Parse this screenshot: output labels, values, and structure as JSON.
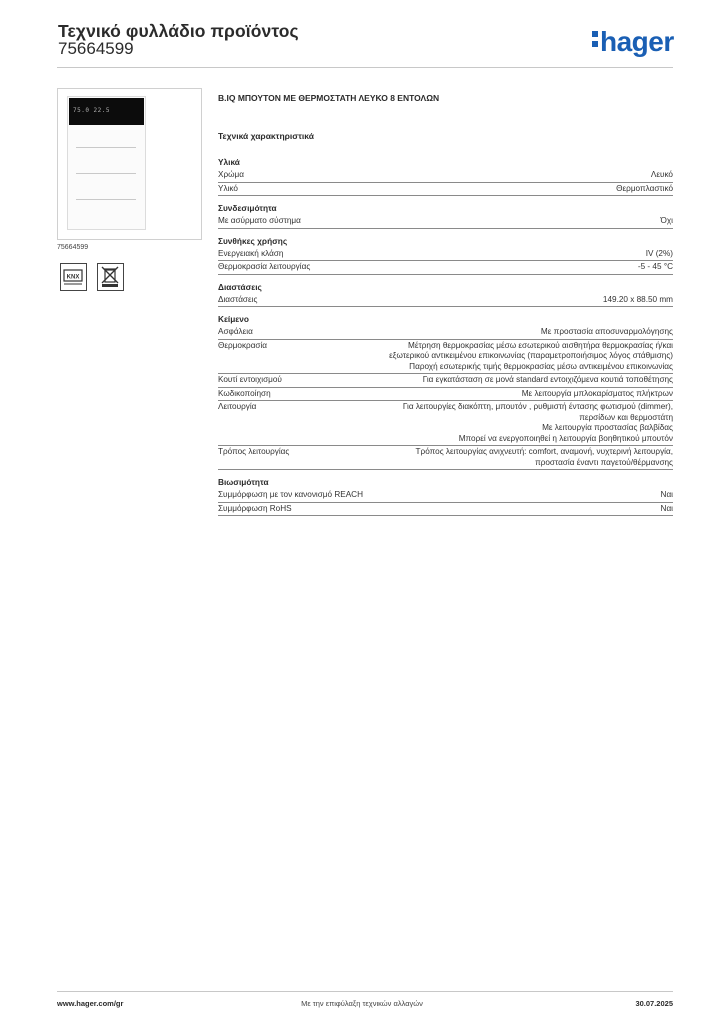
{
  "header": {
    "title": "Τεχνικό φυλλάδιο προϊόντος",
    "number": "75664599",
    "logo": "hager",
    "brand_color": "#1a5fb4"
  },
  "product": {
    "ref": "75664599",
    "title": "B.IQ ΜΠΟΥΤΟΝ ΜΕ ΘΕΡΜΟΣΤΑΤΗ ΛΕΥΚΟ 8 ΕΝΤΟΛΩΝ",
    "display_text": "75.0 22.5"
  },
  "tech_heading": "Τεχνικά χαρακτηριστικά",
  "sections": [
    {
      "title": "Υλικά",
      "rows": [
        {
          "label": "Χρώμα",
          "value": [
            "Λευκό"
          ]
        },
        {
          "label": "Υλικό",
          "value": [
            "Θερμοπλαστικό"
          ]
        }
      ]
    },
    {
      "title": "Συνδεσιμότητα",
      "rows": [
        {
          "label": "Με ασύρματο σύστημα",
          "value": [
            "Όχι"
          ]
        }
      ]
    },
    {
      "title": "Συνθήκες χρήσης",
      "rows": [
        {
          "label": "Ενεργειακή κλάση",
          "value": [
            "IV (2%)"
          ]
        },
        {
          "label": "Θερμοκρασία λειτουργίας",
          "value": [
            "-5 - 45 °C"
          ]
        }
      ]
    },
    {
      "title": "Διαστάσεις",
      "rows": [
        {
          "label": "Διαστάσεις",
          "value": [
            "149.20 x 88.50 mm"
          ]
        }
      ]
    },
    {
      "title": "Κείμενο",
      "rows": [
        {
          "label": "Ασφάλεια",
          "value": [
            "Με προστασία αποσυναρμολόγησης"
          ]
        },
        {
          "label": "Θερμοκρασία",
          "value": [
            "Μέτρηση θερμοκρασίας μέσω εσωτερικού αισθητήρα θερμοκρασίας ή/και",
            "εξωτερικού αντικειμένου επικοινωνίας (παραμετροποιήσιμος λόγος στάθμισης)",
            "Παροχή εσωτερικής τιμής θερμοκρασίας μέσω αντικειμένου επικοινωνίας"
          ]
        },
        {
          "label": "Κουτί εντοιχισμού",
          "value": [
            "Για εγκατάσταση σε μονά standard εντοιχιζόμενα κουτιά τοποθέτησης"
          ]
        },
        {
          "label": "Κωδικοποίηση",
          "value": [
            "Με λειτουργία μπλοκαρίσματος πλήκτρων"
          ]
        },
        {
          "label": "Λειτουργία",
          "value": [
            "Για λειτουργίες διακόπτη, μπουτόν , ρυθμιστή έντασης φωτισμού (dimmer),",
            "περσίδων και θερμοστάτη",
            "Με λειτουργία προστασίας βαλβίδας",
            "Μπορεί να ενεργοποιηθεί η λειτουργία βοηθητικού μπουτόν"
          ]
        },
        {
          "label": "Τρόπος λειτουργίας",
          "value": [
            "Τρόπος λειτουργίας ανιχνευτή: comfort, αναμονή, νυχτερινή λειτουργία,",
            "προστασία έναντι παγετού/θέρμανσης"
          ]
        }
      ]
    },
    {
      "title": "Βιωσιμότητα",
      "rows": [
        {
          "label": "Συμμόρφωση με τον κανονισμό REACH",
          "value": [
            "Ναι"
          ]
        },
        {
          "label": "Συμμόρφωση RoHS",
          "value": [
            "Ναι"
          ]
        }
      ]
    }
  ],
  "footer": {
    "website": "www.hager.com/gr",
    "note": "Με την επιφύλαξη τεχνικών αλλαγών",
    "date": "30.07.2025"
  }
}
